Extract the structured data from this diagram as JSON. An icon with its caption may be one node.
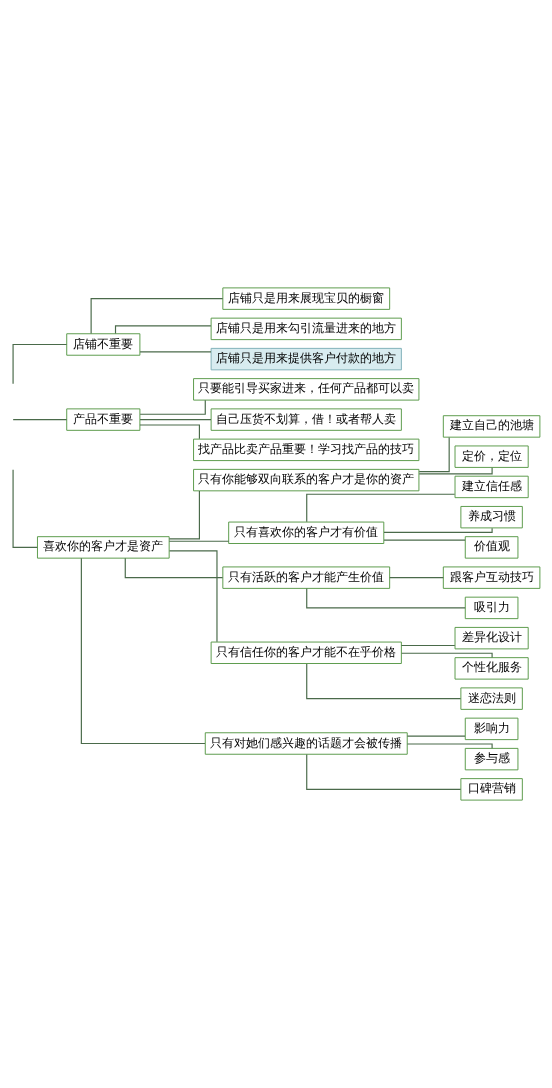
{
  "diagram": {
    "nodes": [
      {
        "text": [
          "店铺不重要"
        ]
      },
      {
        "text": [
          "店铺只是用来展现宝贝的橱窗"
        ]
      },
      {
        "text": [
          "店铺只是用来勾引流量进来的地方"
        ]
      },
      {
        "text": [
          "店铺只是用来提供客户付款的地方"
        ]
      },
      {
        "text": [
          "产品不重要"
        ]
      },
      {
        "text": [
          "只要能引导买家进来，任何产品都可以卖"
        ]
      },
      {
        "text": [
          "自己压货不划算，借！或者帮人卖"
        ]
      },
      {
        "text": [
          "找产品比卖产品重要！学习找产品的技巧"
        ]
      },
      {
        "text": [
          "喜欢你的客户才是资产"
        ]
      },
      {
        "text": [
          "只有你能够双向联系的客户才是你的资产"
        ]
      },
      {
        "text": [
          "建立自己的池塘"
        ]
      },
      {
        "text": [
          "定价，定位"
        ]
      },
      {
        "text": [
          "只有喜欢你的客户才有价值"
        ]
      },
      {
        "text": [
          "建立信任感"
        ]
      },
      {
        "text": [
          "养成习惯"
        ]
      },
      {
        "text": [
          "价值观"
        ]
      },
      {
        "text": [
          "只有活跃的客户才能产生价值"
        ]
      },
      {
        "text": [
          "跟客户互动技巧"
        ]
      },
      {
        "text": [
          "吸引力"
        ]
      },
      {
        "text": [
          "只有信任你的客户才能不在乎价格"
        ]
      },
      {
        "text": [
          "差异化设计"
        ]
      },
      {
        "text": [
          "个性化服务"
        ]
      },
      {
        "text": [
          "迷恋法则"
        ]
      },
      {
        "text": [
          "只有对她们感兴趣的话题才会被传播"
        ]
      },
      {
        "text": [
          "影响力"
        ]
      },
      {
        "text": [
          "参与感"
        ]
      },
      {
        "text": [
          "口碑营销"
        ]
      }
    ],
    "edges": [
      {
        "from": null,
        "to": 0,
        "arrow": "none"
      },
      {
        "from": 0,
        "to": 1,
        "arrow": "none"
      },
      {
        "from": 0,
        "to": 2,
        "arrow": "none"
      },
      {
        "from": 0,
        "to": 3,
        "arrow": "none"
      },
      {
        "from": null,
        "to": 4,
        "arrow": "none"
      },
      {
        "from": 4,
        "to": 5,
        "arrow": "none"
      },
      {
        "from": 4,
        "to": 6,
        "arrow": "none"
      },
      {
        "from": 4,
        "to": 7,
        "arrow": "none"
      },
      {
        "from": null,
        "to": 8,
        "arrow": "none"
      },
      {
        "from": 8,
        "to": 9,
        "arrow": "none"
      },
      {
        "from": 9,
        "to": 10,
        "arrow": "none"
      },
      {
        "from": 9,
        "to": 11,
        "arrow": "none"
      },
      {
        "from": 8,
        "to": 12,
        "arrow": "none"
      },
      {
        "from": 12,
        "to": 13,
        "arrow": "none"
      },
      {
        "from": 12,
        "to": 14,
        "arrow": "none"
      },
      {
        "from": 12,
        "to": 15,
        "arrow": "none"
      },
      {
        "from": 8,
        "to": 16,
        "arrow": "none"
      },
      {
        "from": 16,
        "to": 17,
        "arrow": "none"
      },
      {
        "from": 16,
        "to": 18,
        "arrow": "none"
      },
      {
        "from": 8,
        "to": 19,
        "arrow": "none"
      },
      {
        "from": 19,
        "to": 20,
        "arrow": "none"
      },
      {
        "from": 19,
        "to": 21,
        "arrow": "none"
      },
      {
        "from": 19,
        "to": 22,
        "arrow": "none"
      },
      {
        "from": 8,
        "to": 23,
        "arrow": "none"
      },
      {
        "from": 23,
        "to": 24,
        "arrow": "none"
      },
      {
        "from": 23,
        "to": 25,
        "arrow": "none"
      },
      {
        "from": 23,
        "to": 26,
        "arrow": "none"
      }
    ]
  }
}
